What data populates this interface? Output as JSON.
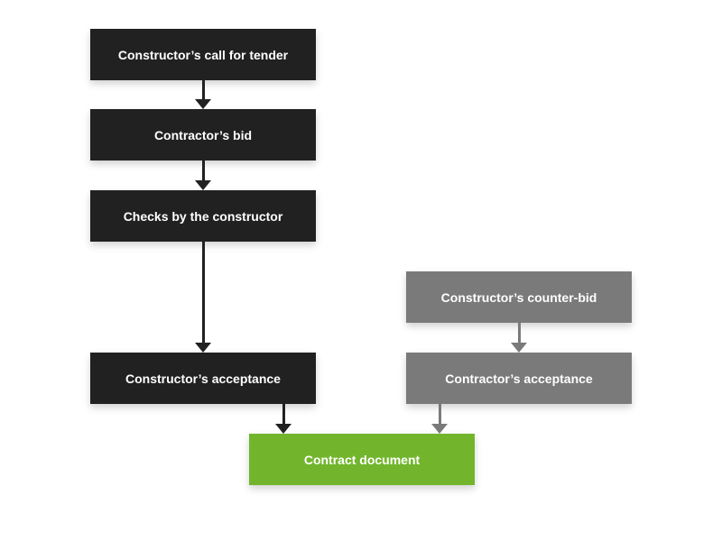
{
  "diagram": {
    "type": "flowchart",
    "colors": {
      "dark_node": "#212121",
      "gray_node": "#7a7a7a",
      "green_node": "#72b52c",
      "node_text": "#ffffff",
      "background": "#ffffff"
    },
    "nodes": [
      {
        "id": "call_for_tender",
        "label": "Constructor’s call for tender",
        "variant": "dark"
      },
      {
        "id": "contractor_bid",
        "label": "Contractor’s bid",
        "variant": "dark"
      },
      {
        "id": "checks_by_constructor",
        "label": "Checks by the constructor",
        "variant": "dark"
      },
      {
        "id": "constructor_acceptance",
        "label": "Constructor’s acceptance",
        "variant": "dark"
      },
      {
        "id": "constructor_counter_bid",
        "label": "Constructor’s counter-bid",
        "variant": "gray"
      },
      {
        "id": "contractor_acceptance",
        "label": "Contractor’s acceptance",
        "variant": "gray"
      },
      {
        "id": "contract_document",
        "label": "Contract document",
        "variant": "green"
      }
    ],
    "edges": [
      {
        "from": "call_for_tender",
        "to": "contractor_bid",
        "color": "dark"
      },
      {
        "from": "contractor_bid",
        "to": "checks_by_constructor",
        "color": "dark"
      },
      {
        "from": "checks_by_constructor",
        "to": "constructor_acceptance",
        "color": "dark"
      },
      {
        "from": "constructor_acceptance",
        "to": "contract_document",
        "color": "dark"
      },
      {
        "from": "constructor_counter_bid",
        "to": "contractor_acceptance",
        "color": "gray"
      },
      {
        "from": "contractor_acceptance",
        "to": "contract_document",
        "color": "gray"
      }
    ]
  }
}
